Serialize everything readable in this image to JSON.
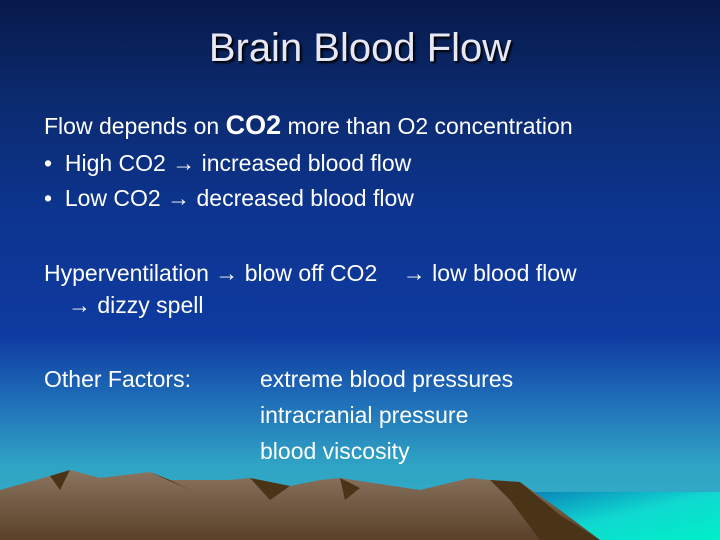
{
  "slide": {
    "title": "Brain Blood Flow",
    "intro": {
      "pre": "Flow depends on ",
      "bold": "CO2",
      "post": " more than O2 concentration"
    },
    "bullets": [
      {
        "bullet": "•",
        "text": "High CO2 → increased blood flow"
      },
      {
        "bullet": "•",
        "text": "Low CO2 → decreased blood flow"
      }
    ],
    "hyper": {
      "line1": "Hyperventilation → blow off CO2    → low blood flow",
      "line2": "→ dizzy spell"
    },
    "other": {
      "label": "Other Factors:",
      "items": [
        "extreme blood pressures",
        "intracranial pressure",
        "blood viscosity"
      ]
    }
  }
}
